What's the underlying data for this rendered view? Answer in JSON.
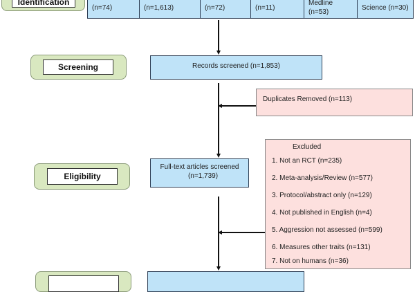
{
  "stages": {
    "identification": "Identification",
    "screening": "Screening",
    "eligibility": "Eligibility"
  },
  "sources": [
    {
      "label": "",
      "count": "(n=74)"
    },
    {
      "label": "",
      "count": "(n=1,613)"
    },
    {
      "label": "",
      "count": "(n=72)"
    },
    {
      "label": "",
      "count": "(n=11)"
    },
    {
      "label": "Medline",
      "count": "(n=53)"
    },
    {
      "label": "",
      "count": "Science (n=30)"
    }
  ],
  "records_screened": "Records screened (n=1,853)",
  "duplicates": "Duplicates Removed (n=113)",
  "fulltext": {
    "line1": "Full-text articles screened",
    "line2": "(n=1,739)"
  },
  "excluded": {
    "title": "Excluded",
    "items": [
      "1. Not an RCT (n=235)",
      "2. Meta-analysis/Review (n=577)",
      "3. Protocol/abstract only (n=129)",
      "4. Not published in English (n=4)",
      "5. Aggression not assessed (n=599)",
      "6. Measures other traits (n=131)",
      "7. Not on humans (n=36)"
    ]
  },
  "colors": {
    "stage": "#d9e8c0",
    "process": "#bfe3f8",
    "excluded": "#fde0de"
  }
}
